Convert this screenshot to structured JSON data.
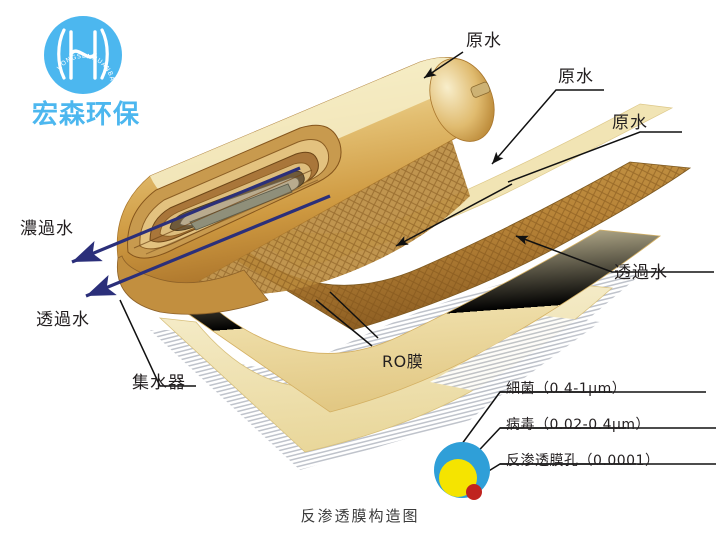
{
  "logo": {
    "brand_cn": "宏森环保",
    "brand_ring_text": "HONGSENHUANBAO",
    "brand_color": "#4cb7ef",
    "mark_name": "stylized-h-water-mark"
  },
  "diagram": {
    "title": "反渗透膜构造图",
    "subject": "spiral-wound reverse osmosis membrane element",
    "colors": {
      "membrane_gold": "#d9a котор",
      "membrane_gold_main": "#d9a441",
      "membrane_cream": "#f2e0a8",
      "membrane_light": "#efe3b4",
      "membrane_dark": "#9a6b2a",
      "flow_arrow_blue": "#2b2f7a",
      "leader_line": "#1a1a1a",
      "hatch": "#b9bcc4"
    }
  },
  "labels": {
    "raw_water_1": "原水",
    "raw_water_2": "原水",
    "raw_water_3": "原水",
    "concentrate": "濃過水",
    "permeate_left": "透過水",
    "permeate_right": "透過水",
    "collector": "集水器",
    "ro_membrane": "RO膜"
  },
  "legend": {
    "items": [
      {
        "name": "細菌（0.4-1μm）",
        "color": "#2f9fd8",
        "shape": "large-circle"
      },
      {
        "name": "病毒（0.02-0.4μm）",
        "color": "#f5e400",
        "shape": "medium-circle"
      },
      {
        "name": "反渗透膜孔（0.0001）",
        "color": "#c0231f",
        "shape": "small-circle"
      }
    ]
  }
}
